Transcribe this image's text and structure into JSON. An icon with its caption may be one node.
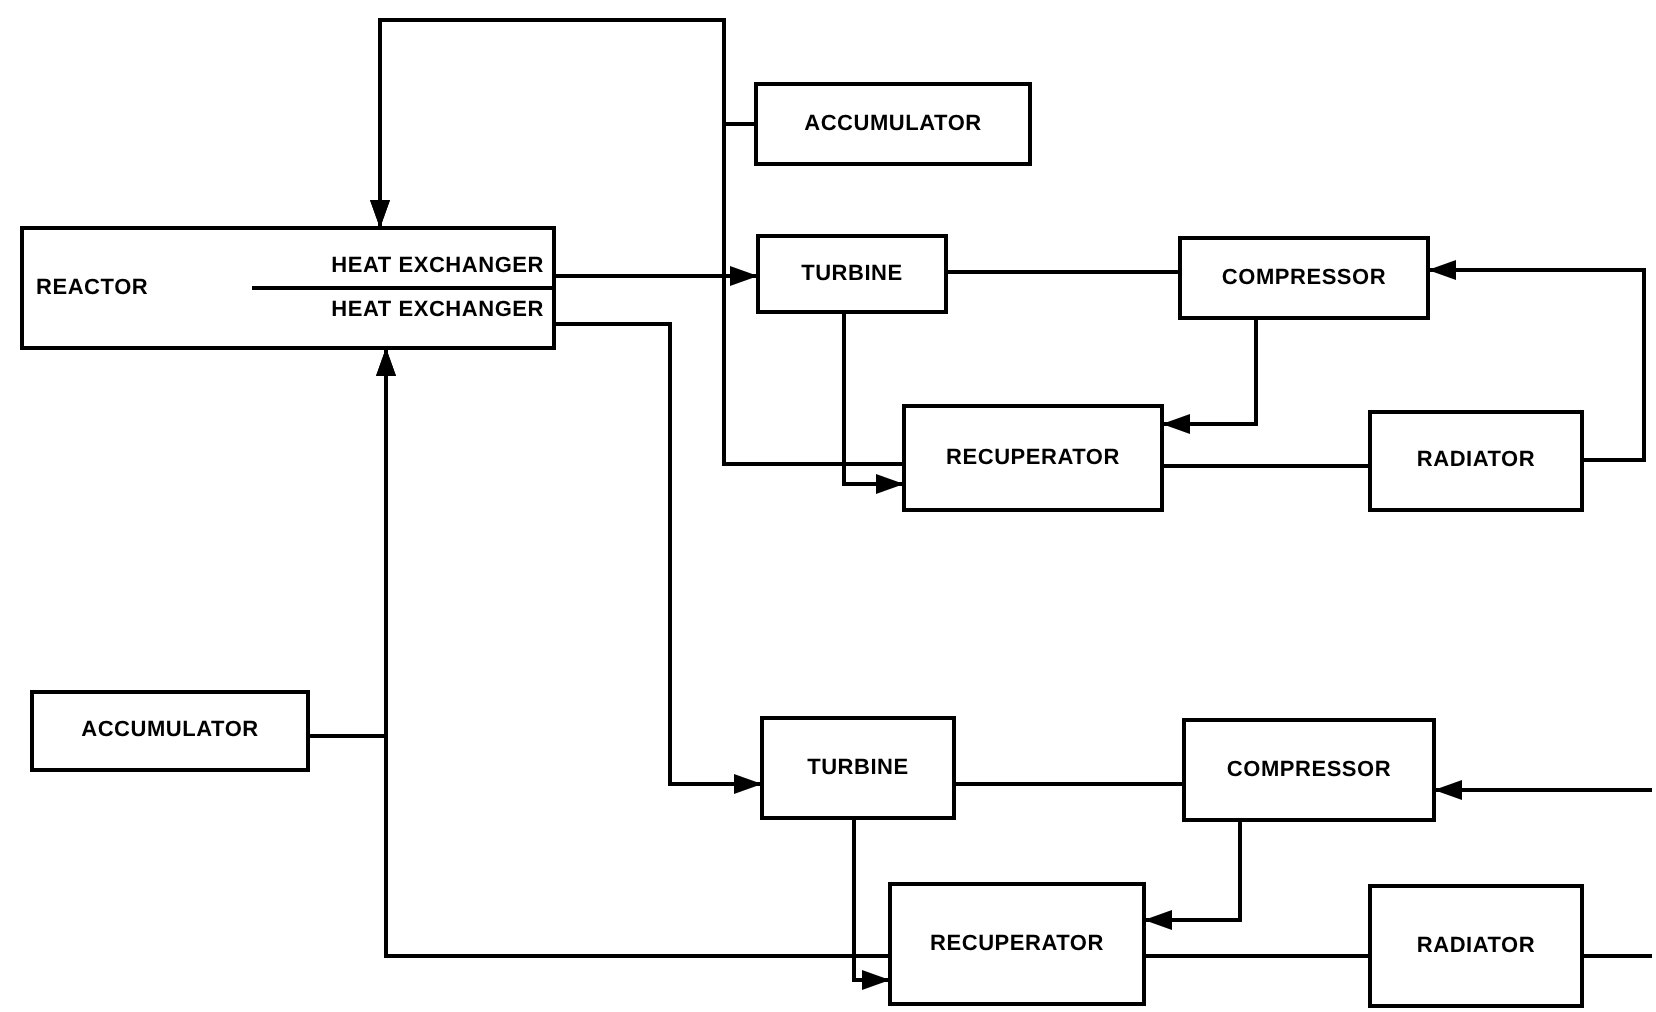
{
  "diagram": {
    "nodes": [
      {
        "text": [
          "REACTOR",
          "HEAT EXCHANGER",
          "HEAT EXCHANGER"
        ]
      },
      {
        "text": [
          "ACCUMULATOR"
        ]
      },
      {
        "text": [
          "TURBINE"
        ]
      },
      {
        "text": [
          "COMPRESSOR"
        ]
      },
      {
        "text": [
          "RECUPERATOR"
        ]
      },
      {
        "text": [
          "RADIATOR"
        ]
      },
      {
        "text": [
          "ACCUMULATOR"
        ]
      },
      {
        "text": [
          "TURBINE"
        ]
      },
      {
        "text": [
          "COMPRESSOR"
        ]
      },
      {
        "text": [
          "RECUPERATOR"
        ]
      },
      {
        "text": [
          "RADIATOR"
        ]
      }
    ],
    "edges": [
      {
        "from": 0,
        "to": 2,
        "arrow": "to"
      },
      {
        "from": 2,
        "to": 3,
        "arrow": "none"
      },
      {
        "from": 2,
        "to": 4,
        "arrow": "to"
      },
      {
        "from": 3,
        "to": 4,
        "arrow": "to"
      },
      {
        "from": 4,
        "to": 5,
        "arrow": "none"
      },
      {
        "from": 5,
        "to": 3,
        "arrow": "to"
      },
      {
        "from": 4,
        "to": 0,
        "arrow": "to"
      },
      {
        "from": 1,
        "to": 0,
        "arrow": "to"
      },
      {
        "from": 0,
        "to": 7,
        "arrow": "to"
      },
      {
        "from": 7,
        "to": 8,
        "arrow": "none"
      },
      {
        "from": 7,
        "to": 9,
        "arrow": "to"
      },
      {
        "from": 8,
        "to": 9,
        "arrow": "to"
      },
      {
        "from": 9,
        "to": 10,
        "arrow": "none"
      },
      {
        "from": 10,
        "to": null,
        "arrow": "none"
      },
      {
        "from": null,
        "to": 8,
        "arrow": "to"
      },
      {
        "from": 9,
        "to": 0,
        "arrow": "to"
      },
      {
        "from": 6,
        "to": 0,
        "arrow": "to"
      }
    ]
  }
}
